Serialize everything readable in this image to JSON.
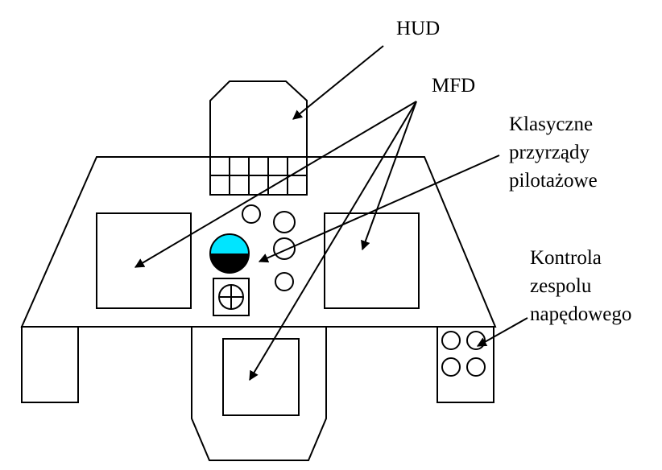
{
  "labels": {
    "hud": "HUD",
    "mfd": "MFD",
    "classic_instruments": [
      "Klasyczne",
      "przyrządy",
      "pilotażowe"
    ],
    "engine_control": [
      "Kontrola",
      "zespolu",
      "napędowego"
    ]
  },
  "colors": {
    "line": "#000000",
    "attitude_sky": "#00e5ff",
    "attitude_ground": "#000000"
  }
}
